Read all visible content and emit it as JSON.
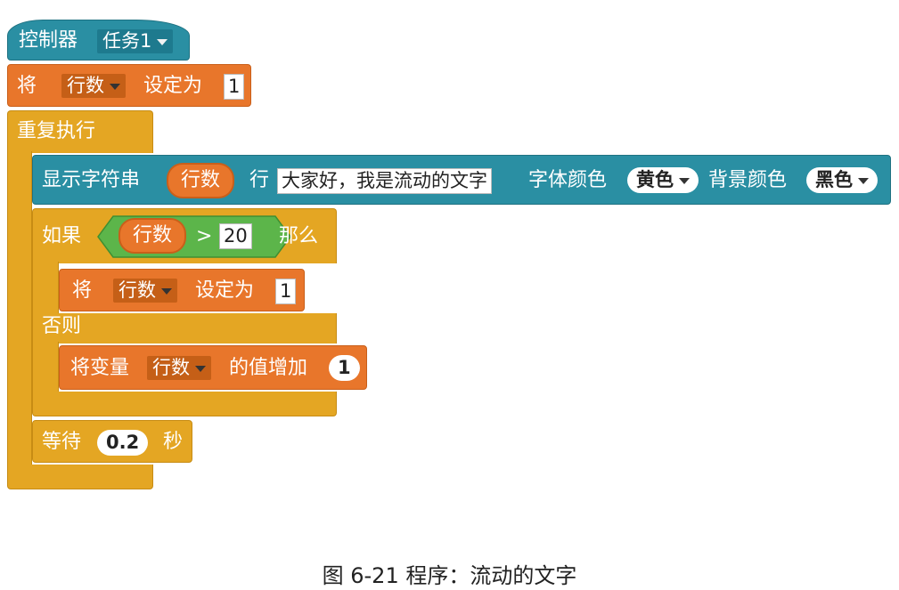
{
  "hat_block": {
    "label": "控制器",
    "task": "任务1"
  },
  "set_top": {
    "prefix": "将",
    "variable": "行数",
    "middle": "设定为",
    "value": "1"
  },
  "forever": {
    "label": "重复执行"
  },
  "display": {
    "label": "显示字符串",
    "variable": "行数",
    "row_word": "行",
    "text": "大家好，我是流动的文字",
    "font_color_label": "字体颜色",
    "font_color": "黄色",
    "bg_color_label": "背景颜色",
    "bg_color": "黑色"
  },
  "if_block": {
    "if_label": "如果",
    "variable": "行数",
    "operator": ">",
    "value": "20",
    "then_label": "那么",
    "else_label": "否则"
  },
  "set_inner": {
    "prefix": "将",
    "variable": "行数",
    "middle": "设定为",
    "value": "1"
  },
  "change": {
    "prefix": "将变量",
    "variable": "行数",
    "suffix": "的值增加",
    "value": "1"
  },
  "wait": {
    "label": "等待",
    "value": "0.2",
    "unit": "秒"
  },
  "caption": "图 6-21  程序：流动的文字"
}
